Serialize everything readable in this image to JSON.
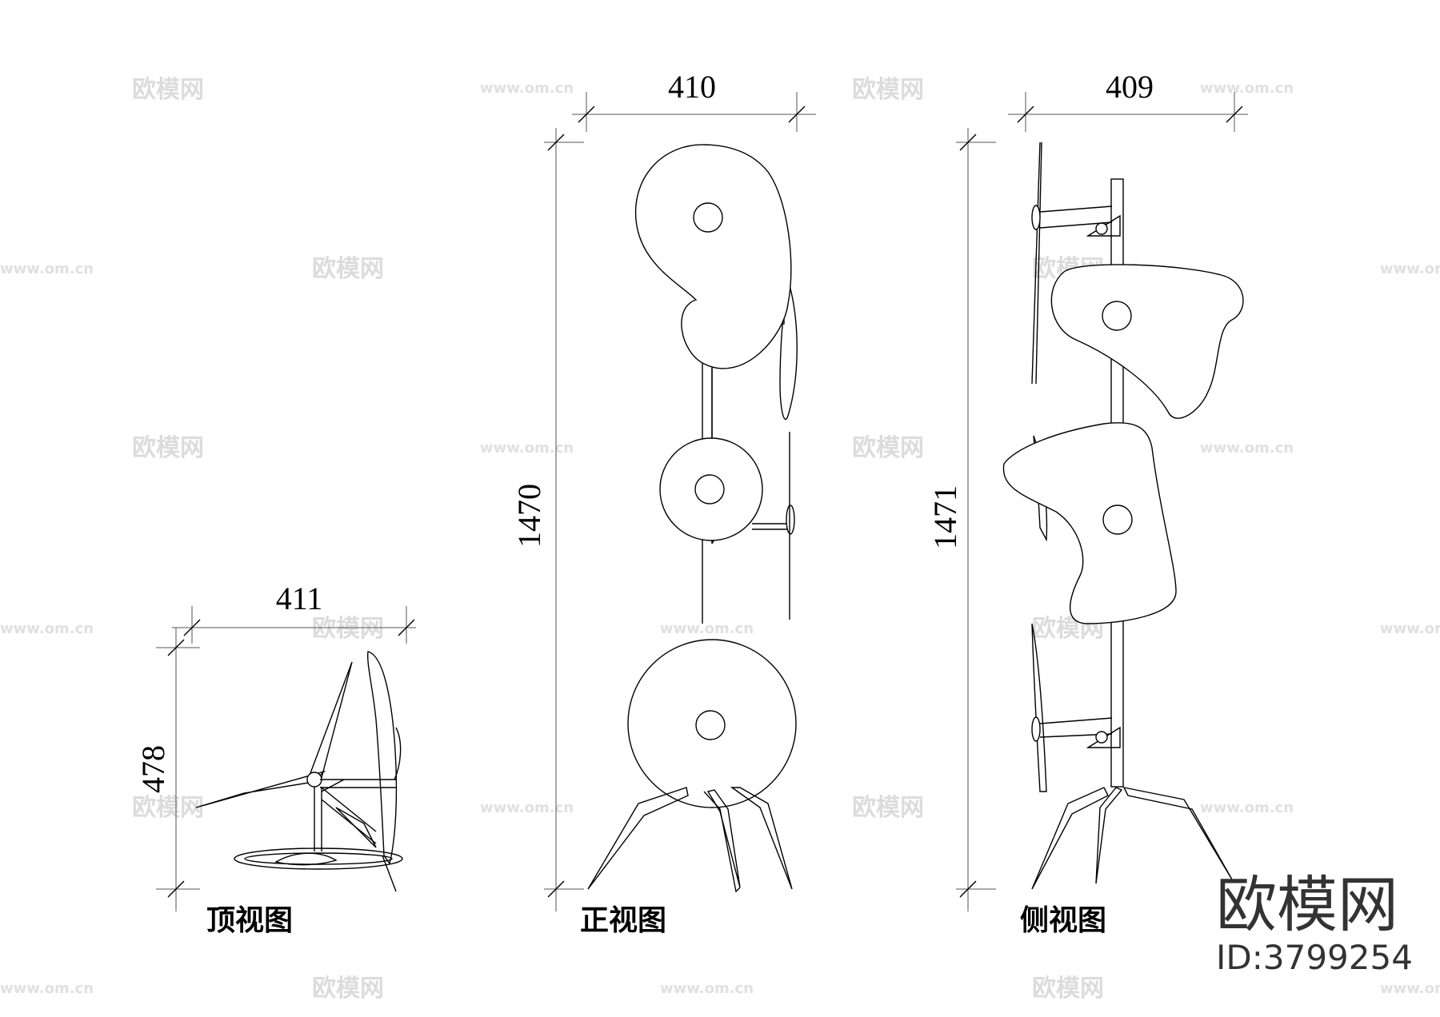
{
  "views": {
    "top": {
      "title": "顶视图",
      "width": "411",
      "depth": "478"
    },
    "front": {
      "title": "正视图",
      "width": "410",
      "height": "1470"
    },
    "side": {
      "title": "侧视图",
      "width": "409",
      "height": "1471"
    }
  },
  "watermarks": {
    "brand": "欧模网",
    "url": "www.om.cn"
  },
  "brand_block": {
    "name": "欧模网",
    "id": "ID:3799254"
  }
}
